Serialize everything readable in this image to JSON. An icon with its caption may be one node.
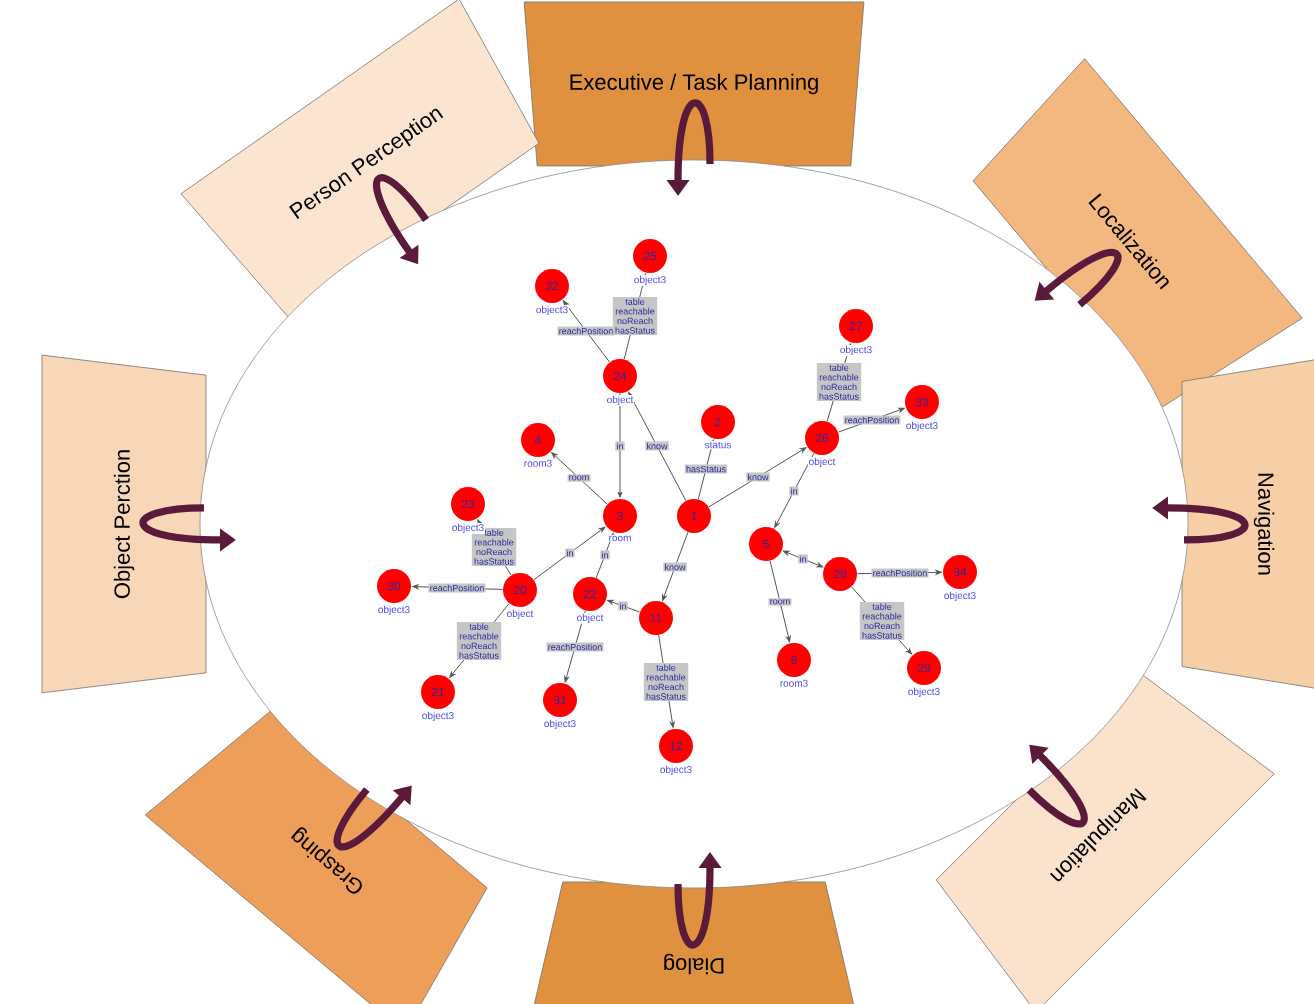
{
  "diagram": {
    "nodes": [
      {
        "text": [
          "Executive / Task Planning"
        ]
      },
      {
        "text": [
          "Localization"
        ]
      },
      {
        "text": [
          "Navigation"
        ]
      },
      {
        "text": [
          "Manipulation"
        ]
      },
      {
        "text": [
          "Dialog"
        ]
      },
      {
        "text": [
          "Grasping"
        ]
      },
      {
        "text": [
          "Object Perction"
        ]
      },
      {
        "text": [
          "Person Perception"
        ]
      },
      {
        "text": [],
        "shape": "ellipse"
      },
      {
        "text": [
          "32"
        ],
        "beside": [
          "object3"
        ],
        "in": 8
      },
      {
        "text": [
          "25"
        ],
        "beside": [
          "object3"
        ],
        "in": 8
      },
      {
        "text": [
          "24"
        ],
        "beside": [
          "object"
        ],
        "in": 8
      },
      {
        "text": [
          "4"
        ],
        "beside": [
          "room3"
        ],
        "in": 8
      },
      {
        "text": [
          "2"
        ],
        "beside": [
          "status"
        ],
        "in": 8
      },
      {
        "text": [
          "27"
        ],
        "beside": [
          "object3"
        ],
        "in": 8
      },
      {
        "text": [
          "33"
        ],
        "beside": [
          "object3"
        ],
        "in": 8
      },
      {
        "text": [
          "26"
        ],
        "beside": [
          "object"
        ],
        "in": 8
      },
      {
        "text": [
          "3"
        ],
        "beside": [
          "room"
        ],
        "in": 8
      },
      {
        "text": [
          "1"
        ],
        "in": 8
      },
      {
        "text": [
          "23"
        ],
        "beside": [
          "object3"
        ],
        "in": 8
      },
      {
        "text": [
          "30"
        ],
        "beside": [
          "object3"
        ],
        "in": 8
      },
      {
        "text": [
          "20"
        ],
        "beside": [
          "object"
        ],
        "in": 8
      },
      {
        "text": [
          "22"
        ],
        "beside": [
          "object"
        ],
        "in": 8
      },
      {
        "text": [
          "21"
        ],
        "beside": [
          "object3"
        ],
        "in": 8
      },
      {
        "text": [
          "31"
        ],
        "beside": [
          "object3"
        ],
        "in": 8
      },
      {
        "text": [
          "11"
        ],
        "in": 8
      },
      {
        "text": [
          "12"
        ],
        "beside": [
          "object3"
        ],
        "in": 8
      },
      {
        "text": [
          "5"
        ],
        "in": 8
      },
      {
        "text": [
          "28"
        ],
        "in": 8
      },
      {
        "text": [
          "34"
        ],
        "beside": [
          "object3"
        ],
        "in": 8
      },
      {
        "text": [
          "6"
        ],
        "beside": [
          "room3"
        ],
        "in": 8
      },
      {
        "text": [
          "29"
        ],
        "beside": [
          "object3"
        ],
        "in": 8
      }
    ],
    "edges": [
      {
        "from": 0,
        "to": 8,
        "arrow": "to",
        "style": "thick",
        "color": "#5c1a3b"
      },
      {
        "from": 1,
        "to": 8,
        "arrow": "to",
        "style": "thick",
        "color": "#5c1a3b"
      },
      {
        "from": 2,
        "to": 8,
        "arrow": "to",
        "style": "thick",
        "color": "#5c1a3b"
      },
      {
        "from": 3,
        "to": 8,
        "arrow": "to",
        "style": "thick",
        "color": "#5c1a3b"
      },
      {
        "from": 4,
        "to": 8,
        "arrow": "to",
        "style": "thick",
        "color": "#5c1a3b"
      },
      {
        "from": 5,
        "to": 8,
        "arrow": "to",
        "style": "thick",
        "color": "#5c1a3b"
      },
      {
        "from": 6,
        "to": 8,
        "arrow": "to",
        "style": "thick",
        "color": "#5c1a3b"
      },
      {
        "from": 7,
        "to": 8,
        "arrow": "to",
        "style": "thick",
        "color": "#5c1a3b"
      },
      {
        "from": 11,
        "to": 9,
        "arrow": "to",
        "label": "reachPosition"
      },
      {
        "from": 11,
        "to": 10,
        "arrow": "to",
        "label": "table reachable noReach hasStatus"
      },
      {
        "from": 11,
        "to": 17,
        "arrow": "to",
        "label": "in"
      },
      {
        "from": 17,
        "to": 12,
        "arrow": "to",
        "label": "room"
      },
      {
        "from": 18,
        "to": 11,
        "arrow": "to",
        "label": "know"
      },
      {
        "from": 18,
        "to": 13,
        "arrow": "to",
        "label": "hasStatus"
      },
      {
        "from": 18,
        "to": 16,
        "arrow": "to",
        "label": "know"
      },
      {
        "from": 16,
        "to": 14,
        "arrow": "to",
        "label": "table reachable noReach hasStatus"
      },
      {
        "from": 16,
        "to": 15,
        "arrow": "to",
        "label": "reachPosition"
      },
      {
        "from": 16,
        "to": 27,
        "arrow": "to",
        "label": "in"
      },
      {
        "from": 21,
        "to": 19,
        "arrow": "to",
        "label": "table reachable noReach hasStatus"
      },
      {
        "from": 21,
        "to": 20,
        "arrow": "to",
        "label": "reachPosition"
      },
      {
        "from": 21,
        "to": 23,
        "arrow": "to",
        "label": "table reachable noReach hasStatus"
      },
      {
        "from": 21,
        "to": 17,
        "arrow": "to",
        "label": "in"
      },
      {
        "from": 22,
        "to": 24,
        "arrow": "to",
        "label": "reachPosition"
      },
      {
        "from": 22,
        "to": 17,
        "arrow": "to",
        "label": "in"
      },
      {
        "from": 25,
        "to": 22,
        "arrow": "to",
        "label": "in"
      },
      {
        "from": 18,
        "to": 25,
        "arrow": "to",
        "label": "know"
      },
      {
        "from": 25,
        "to": 26,
        "arrow": "to",
        "label": "table reachable noReach hasStatus"
      },
      {
        "from": 27,
        "to": 28,
        "arrow": "both",
        "label": "in"
      },
      {
        "from": 28,
        "to": 29,
        "arrow": "to",
        "label": "reachPosition"
      },
      {
        "from": 28,
        "to": 31,
        "arrow": "to",
        "label": "table reachable noReach hasStatus"
      },
      {
        "from": 27,
        "to": 30,
        "arrow": "to",
        "label": "room"
      }
    ]
  }
}
